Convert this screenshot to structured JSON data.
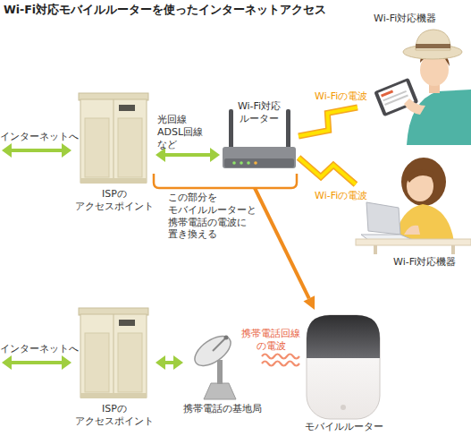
{
  "diagram": {
    "title": "Wi-Fi対応モバイルルーターを使ったインターネットアクセス",
    "nodes": [
      {
        "text": [
          "ISPの アクセスポイント"
        ]
      },
      {
        "text": [
          "Wi-Fi対応 ルーター"
        ]
      },
      {
        "text": [
          "Wi-Fi対応機器"
        ]
      },
      {
        "text": [
          "Wi-Fi対応機器"
        ]
      },
      {
        "text": [
          "ISPの アクセスポイント"
        ]
      },
      {
        "text": [
          "携帯電話の基地局"
        ]
      },
      {
        "text": [
          "モバイルルーター"
        ]
      }
    ],
    "edges": [
      {
        "from": 0,
        "to": 1,
        "label": "光回線 ADSL回線 など",
        "arrow": "both"
      },
      {
        "from": 1,
        "to": 2,
        "label": "Wi-Fiの電波",
        "arrow": "none"
      },
      {
        "from": 1,
        "to": 3,
        "label": "Wi-Fiの電波",
        "arrow": "none"
      },
      {
        "from": 4,
        "to": 5,
        "arrow": "both"
      },
      {
        "from": 5,
        "to": 6,
        "label": "携帯電話回線 の電波",
        "arrow": "none"
      }
    ],
    "labels": [
      "インターネットへ",
      "インターネットへ",
      "この部分を モバイルルーターと 携帯電話の電波に 置き換える"
    ]
  }
}
